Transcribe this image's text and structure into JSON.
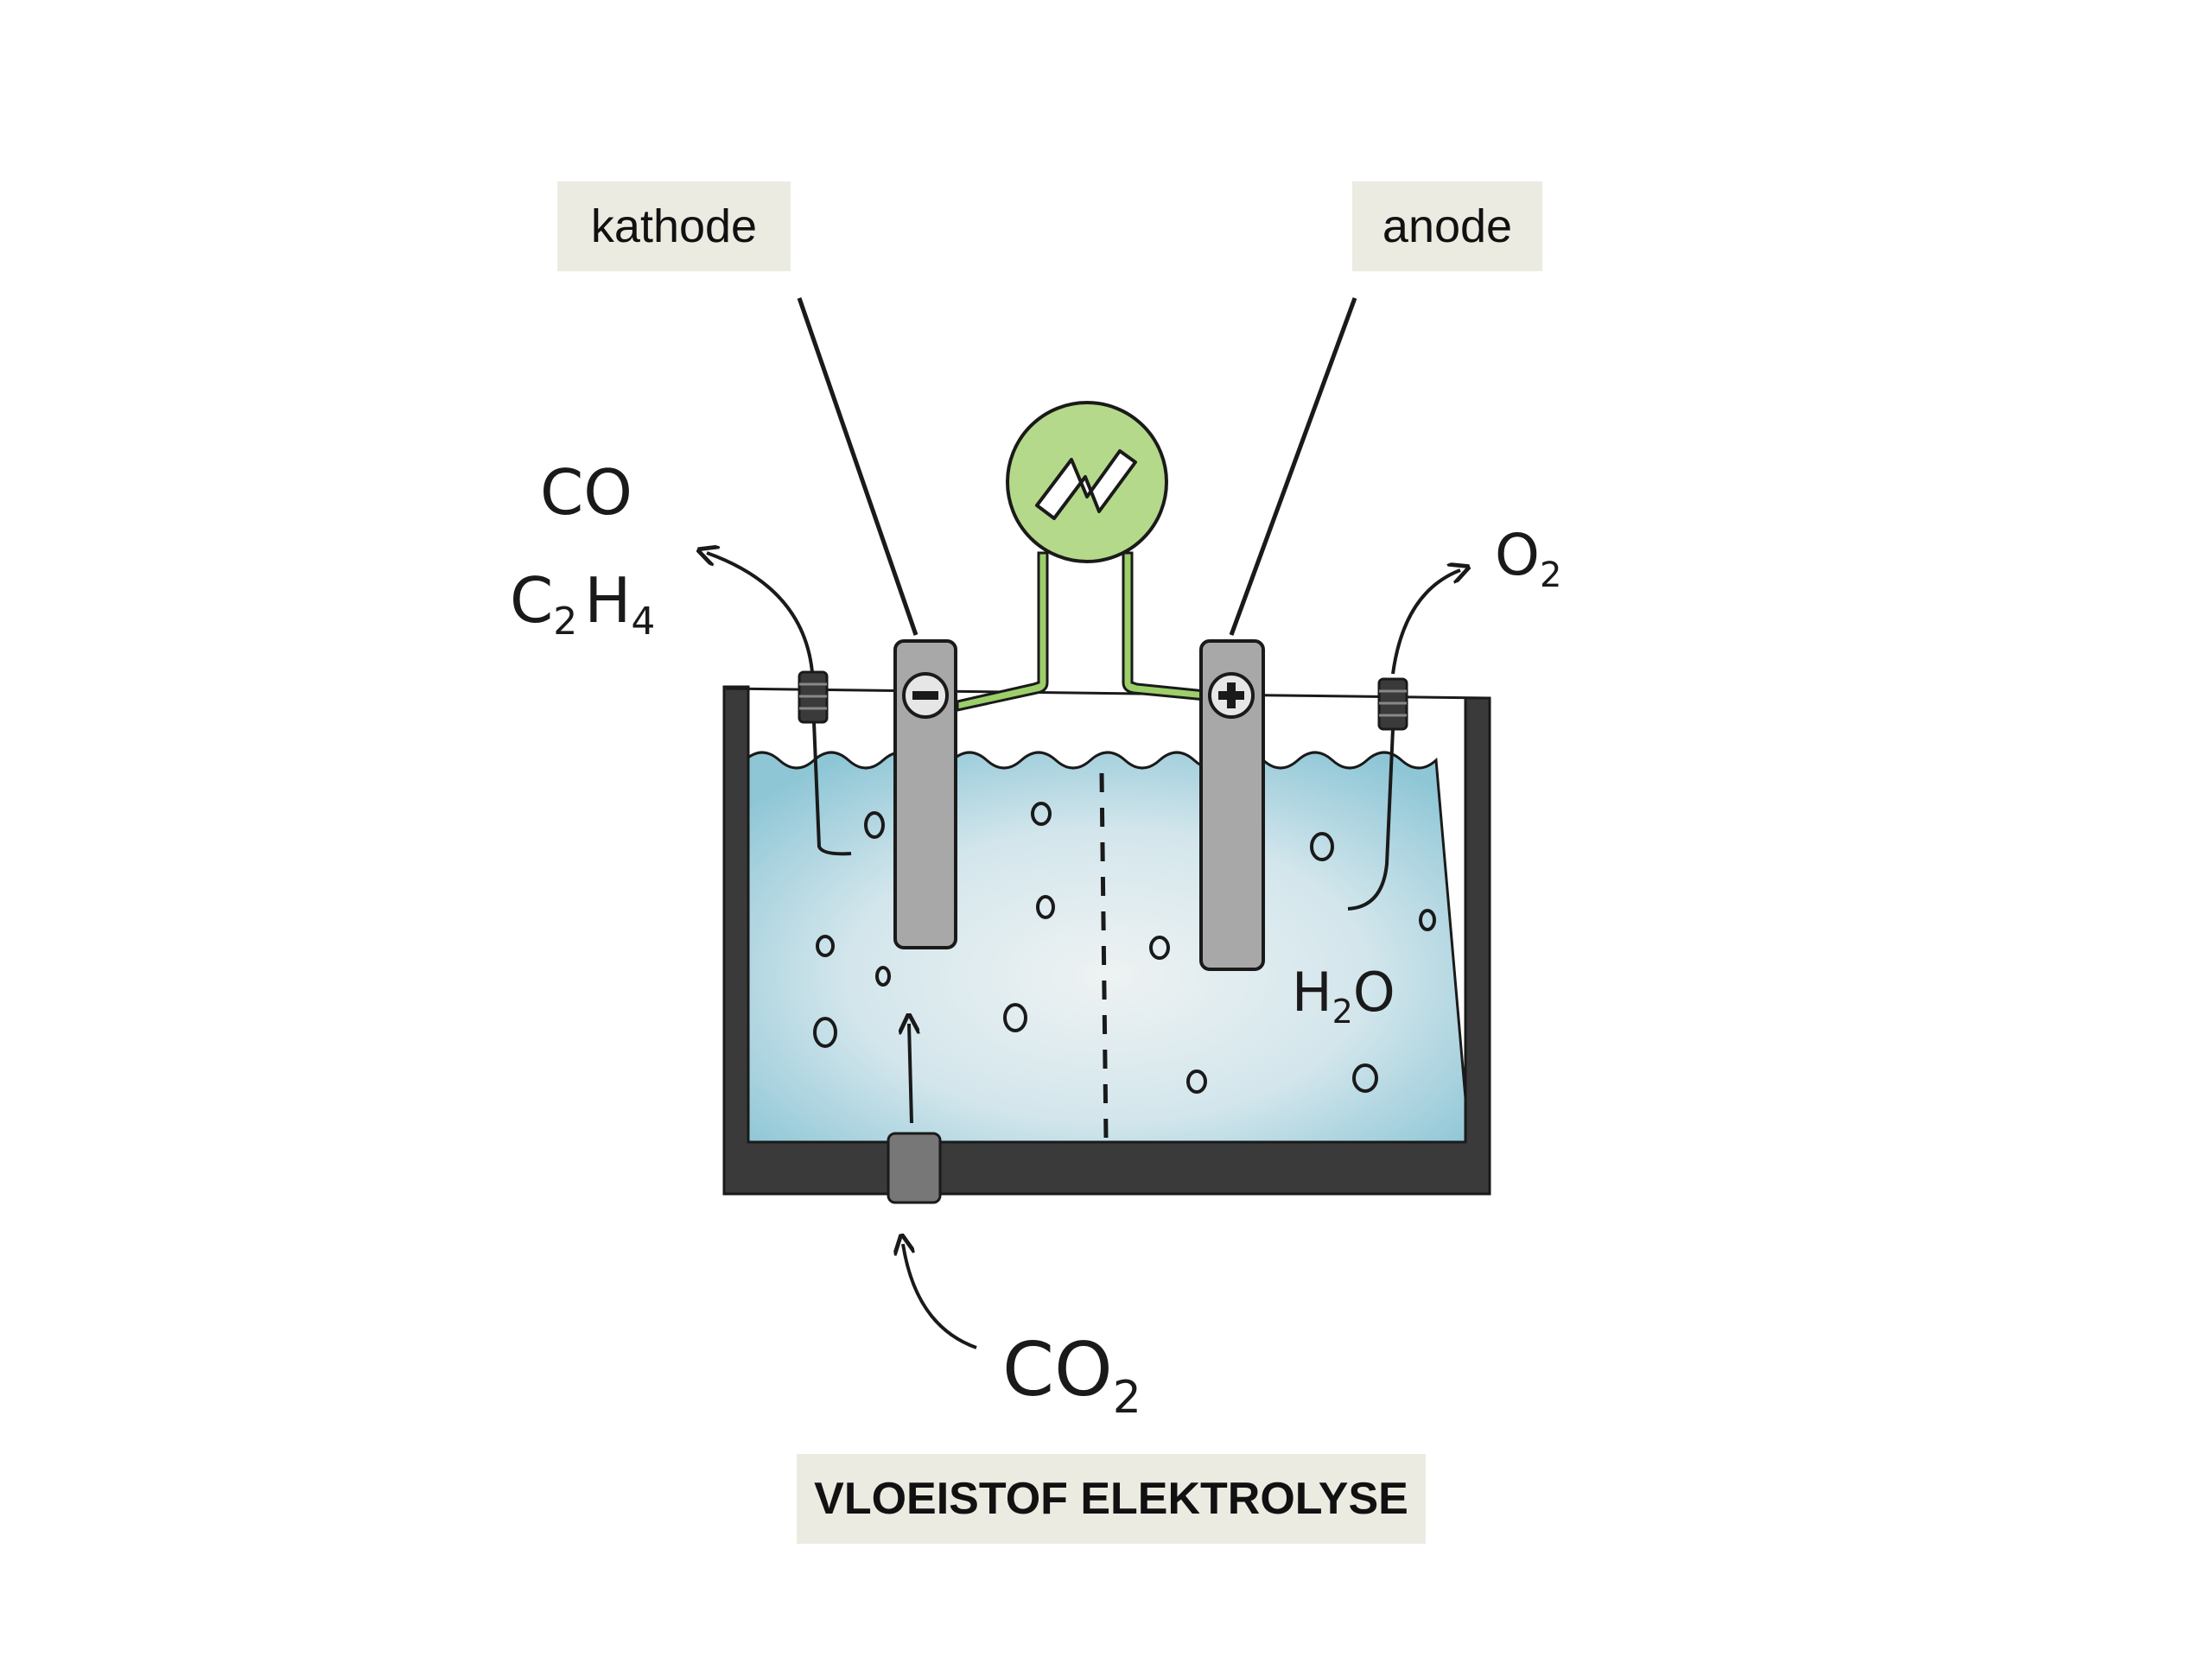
{
  "labels": {
    "cathode": "kathode",
    "anode": "anode",
    "title": "VLOEISTOF ELEKTROLYSE"
  },
  "chemicals": {
    "products_cathode_line1": "CO",
    "products_cathode_line2": "C",
    "products_cathode_line2_sub": "2",
    "products_cathode_line2_b": "H",
    "products_cathode_line2_sub_b": "4",
    "product_anode": "O",
    "product_anode_sub": "2",
    "electrolyte": "H",
    "electrolyte_sub": "2",
    "electrolyte_b": "O",
    "input": "CO",
    "input_sub": "2"
  },
  "colors": {
    "liquid": "#a9d3df",
    "liquid_light": "#e8eef0",
    "container": "#3a3a3a",
    "electrode": "#a8a8a8",
    "power_source": "#b5d98a",
    "wire": "#9ccf6a",
    "label_bg": "#ecebe2"
  },
  "icons": {
    "power": "lightning-icon",
    "cathode_sign": "minus-icon",
    "anode_sign": "plus-icon"
  }
}
